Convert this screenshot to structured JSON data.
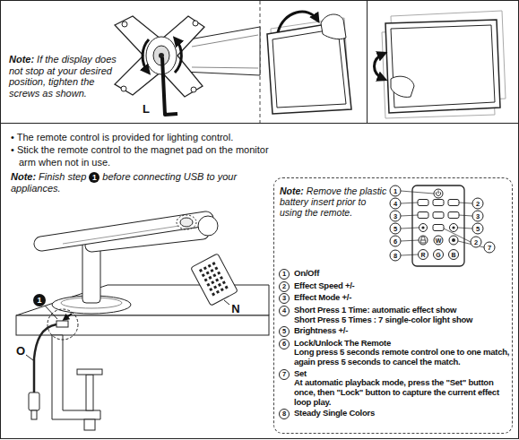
{
  "diagram": {
    "nodes": [
      {
        "text": [
          "Note:",
          "If the display does not stop at your desired position, tighten the screws as shown."
        ]
      },
      {
        "text": [
          "• The remote control is provided for lighting control.",
          "• Stick the remote control to the magnet pad on the monitor arm when not in use.",
          "Note:",
          "Finish step",
          "before connecting USB to your appliances."
        ]
      },
      {
        "text": [
          "Note:",
          "Remove the plastic battery insert prior to using the remote.",
          "On/Off",
          "Effect Speed +/-",
          "Effect Mode +/-",
          "Short Press 1 Time: automatic effect show",
          "Short Press 5 Times : 7 single-color light show",
          "Brightness +/-",
          "Lock/Unlock The Remote",
          "Long press 5 seconds remote control one to one match, again press 5 seconds to cancel the match.",
          "Set",
          "At automatic playback mode, press the \"Set\" button once, then \"Lock\" button to capture the current effect loop play.",
          "Steady Single Colors"
        ],
        "in": 1
      }
    ],
    "labels": [
      "L",
      "1",
      "1",
      "N",
      "O",
      "1",
      "4",
      "3",
      "5",
      "6",
      "8",
      "2",
      "3",
      "5",
      "2",
      "7",
      "W",
      "R",
      "G",
      "B",
      "1",
      "2",
      "3",
      "4",
      "5",
      "6",
      "7",
      "8"
    ]
  }
}
